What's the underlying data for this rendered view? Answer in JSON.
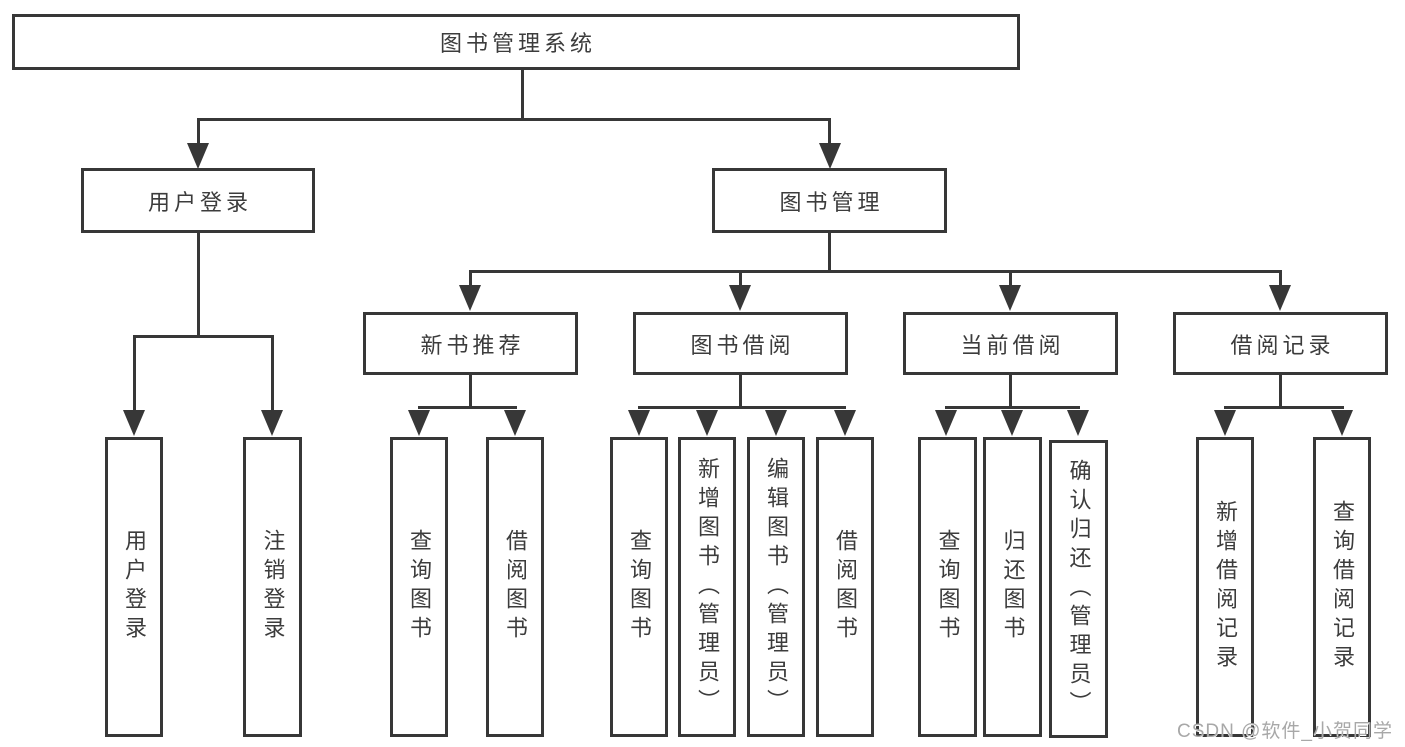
{
  "colors": {
    "line": "#373737",
    "box_border": "#373737",
    "text": "#3c3c3c",
    "watermark_text_color": "#a8a8a8",
    "background": "#ffffff"
  },
  "tree": {
    "label": "图书管理系统",
    "children": [
      {
        "label": "用户登录",
        "children": [
          {
            "label": "用户登录"
          },
          {
            "label": "注销登录"
          }
        ]
      },
      {
        "label": "图书管理",
        "children": [
          {
            "label": "新书推荐",
            "children": [
              {
                "label": "查询图书"
              },
              {
                "label": "借阅图书"
              }
            ]
          },
          {
            "label": "图书借阅",
            "children": [
              {
                "label": "查询图书"
              },
              {
                "label": "新增图书（管理员）"
              },
              {
                "label": "编辑图书（管理员）"
              },
              {
                "label": "借阅图书"
              }
            ]
          },
          {
            "label": "当前借阅",
            "children": [
              {
                "label": "查询图书"
              },
              {
                "label": "归还图书"
              },
              {
                "label": "确认归还（管理员）"
              }
            ]
          },
          {
            "label": "借阅记录",
            "children": [
              {
                "label": "新增借阅记录"
              },
              {
                "label": "查询借阅记录"
              }
            ]
          }
        ]
      }
    ]
  },
  "watermark": {
    "text": "CSDN @软件_小贺同学"
  }
}
